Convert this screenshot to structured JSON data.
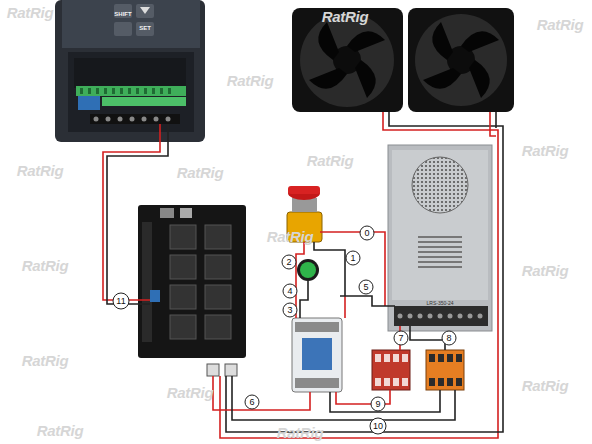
{
  "diagram": {
    "labels": [
      "0",
      "1",
      "2",
      "3",
      "4",
      "5",
      "6",
      "7",
      "8",
      "9",
      "10",
      "11",
      "SET",
      "SHIFT",
      "LRS-350-24",
      "RatRig",
      "RatRig",
      "RatRig",
      "RatRig",
      "RatRig",
      "RatRig",
      "RatRig",
      "RatRig",
      "RatRig",
      "RatRig",
      "RatRig",
      "RatRig",
      "RatRig",
      "RatRig",
      "RatRig",
      "RatRig"
    ]
  }
}
